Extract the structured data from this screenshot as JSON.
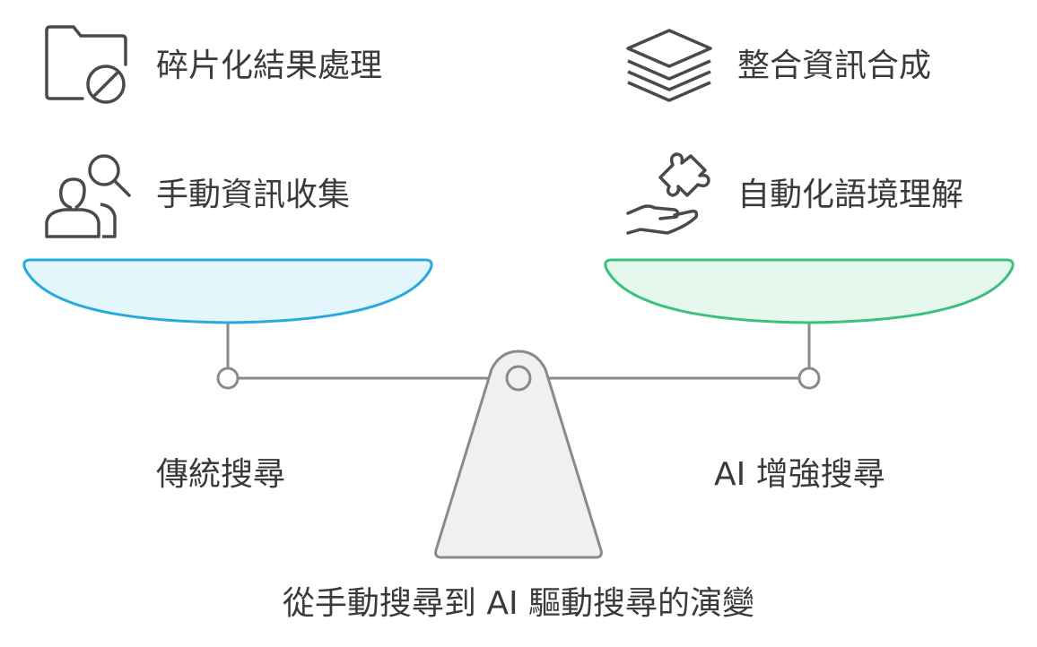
{
  "left_side": {
    "items": [
      {
        "label": "碎片化結果處理",
        "icon": "folder-blocked-icon"
      },
      {
        "label": "手動資訊收集",
        "icon": "people-search-icon"
      }
    ],
    "caption": "傳統搜尋",
    "pan_color": "#e3f6fc",
    "pan_border": "#2aa9dc"
  },
  "right_side": {
    "items": [
      {
        "label": "整合資訊合成",
        "icon": "layers-icon"
      },
      {
        "label": "自動化語境理解",
        "icon": "puzzle-hand-icon"
      }
    ],
    "caption": "AI 增強搜尋",
    "pan_color": "#e6f8ee",
    "pan_border": "#3cc07e"
  },
  "title": "從手動搜尋到 AI 驅動搜尋的演變",
  "colors": {
    "beam": "#8a8a8a",
    "fulcrum_fill": "#f0f0f0",
    "icon_stroke": "#4a4a4a"
  }
}
